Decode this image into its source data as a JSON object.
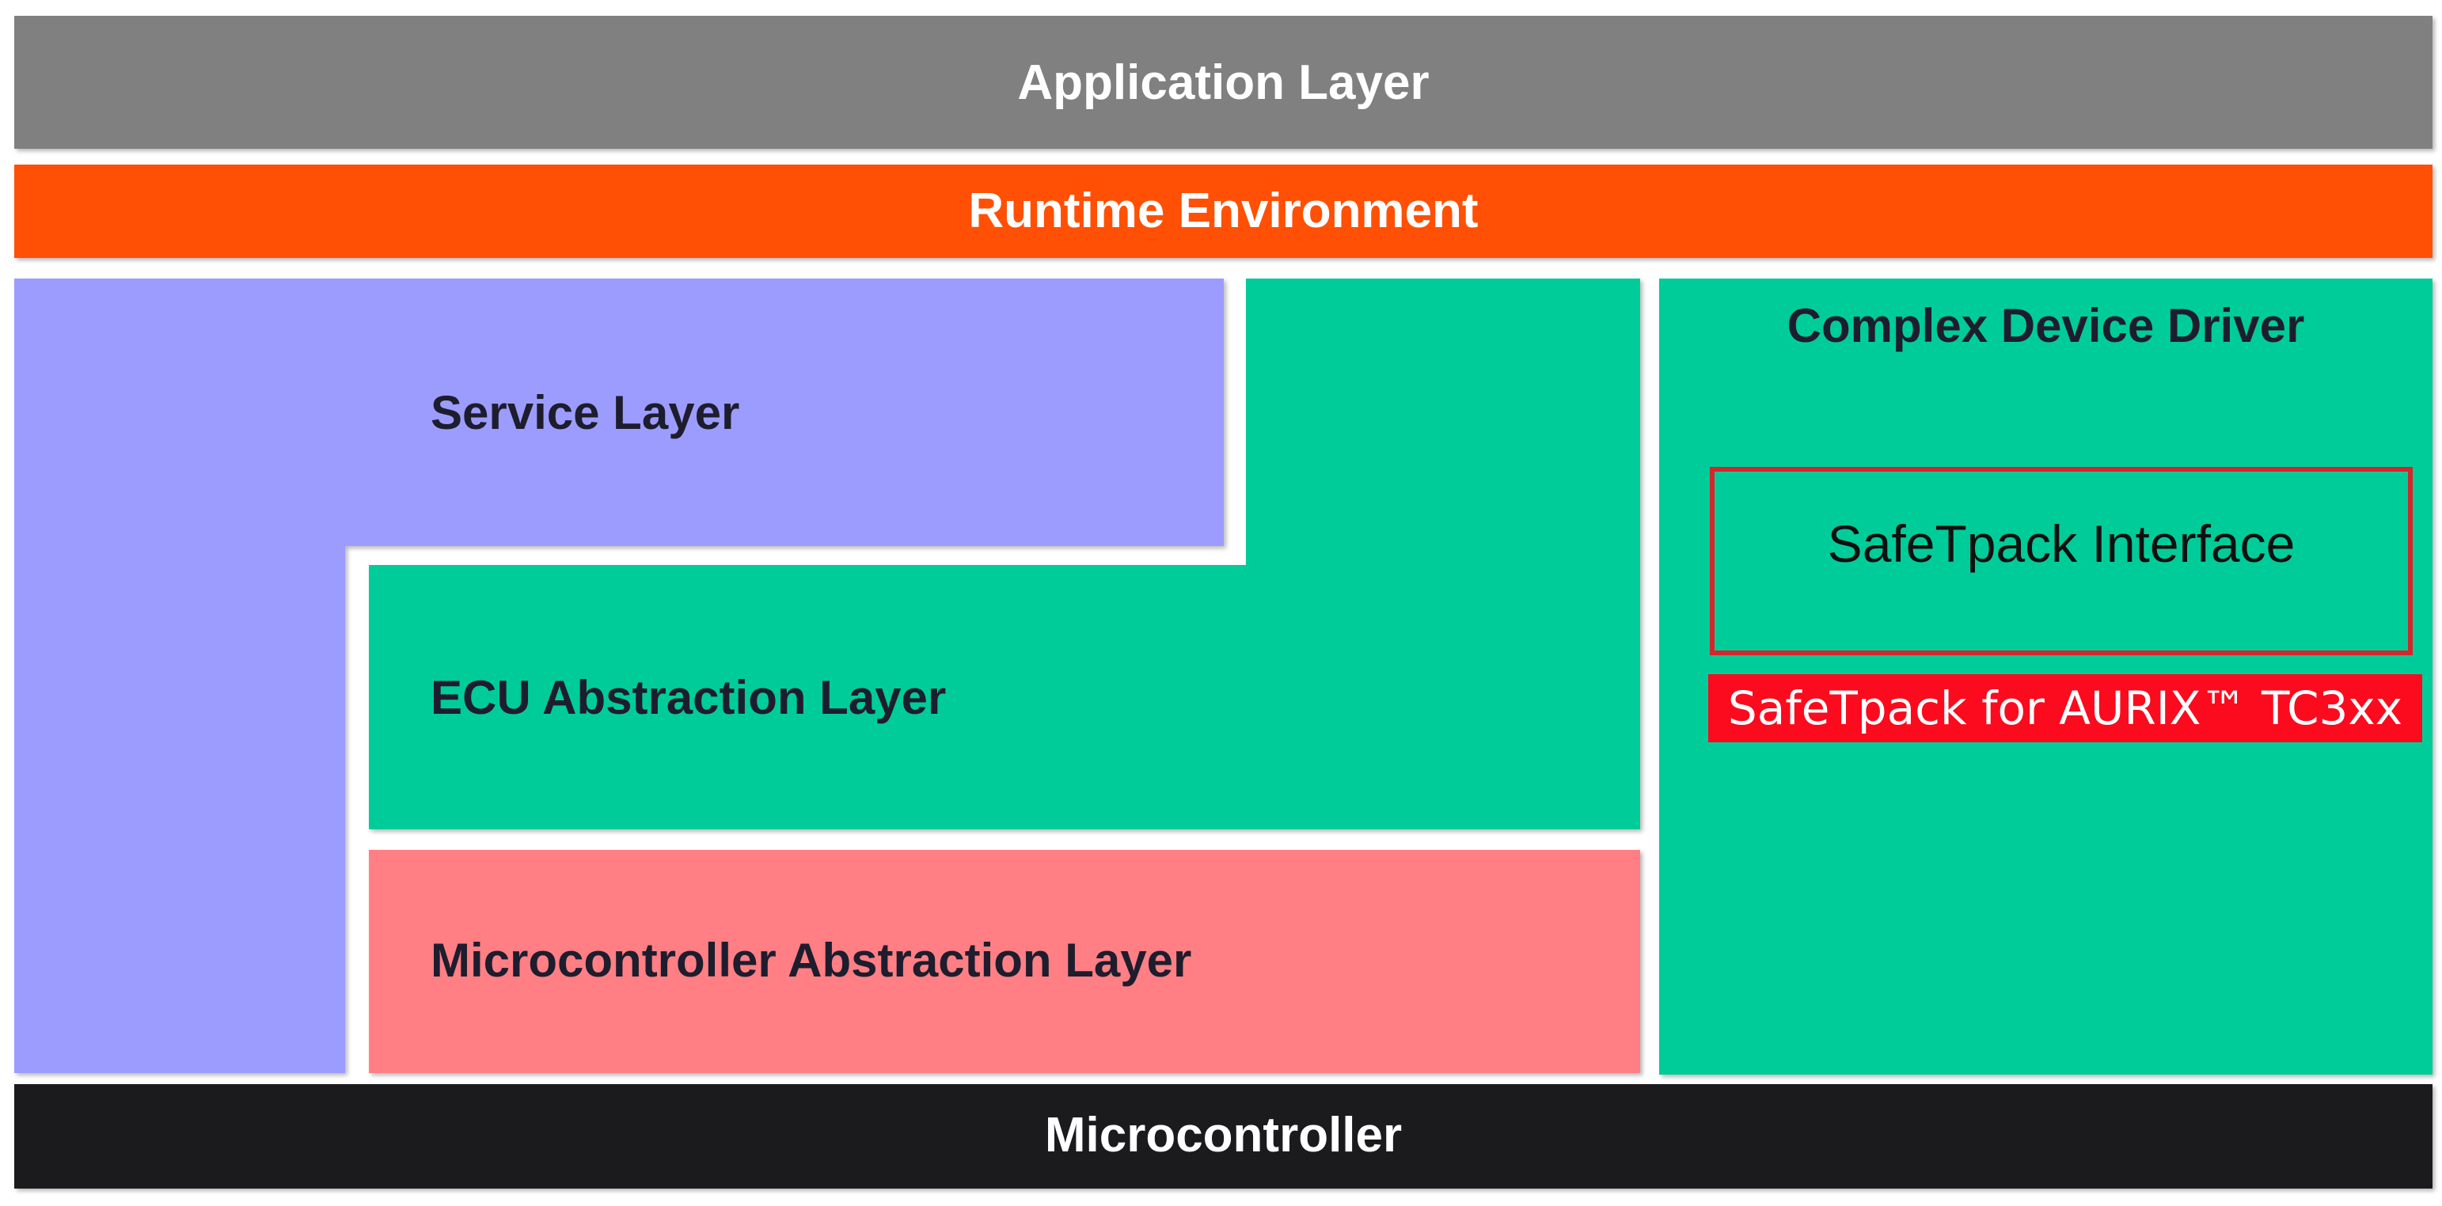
{
  "layers": {
    "application": "Application Layer",
    "runtime": "Runtime Environment",
    "service": "Service Layer",
    "ecu_abstraction": "ECU Abstraction Layer",
    "mcal": "Microcontroller Abstraction Layer",
    "complex_device_driver": "Complex Device Driver",
    "microcontroller": "Microcontroller"
  },
  "safetpack": {
    "interface_label": "SafeTpack Interface",
    "badge": "SafeTpack for AURIX™ TC3xx"
  },
  "colors": {
    "application": "#808080",
    "runtime": "#ff5005",
    "service": "#9c9cff",
    "ecu_abstraction": "#00cc99",
    "mcal": "#ff7f84",
    "complex_device_driver": "#00cc99",
    "microcontroller": "#1b1a1d",
    "safetpack_highlight": "#fb0b1d"
  }
}
